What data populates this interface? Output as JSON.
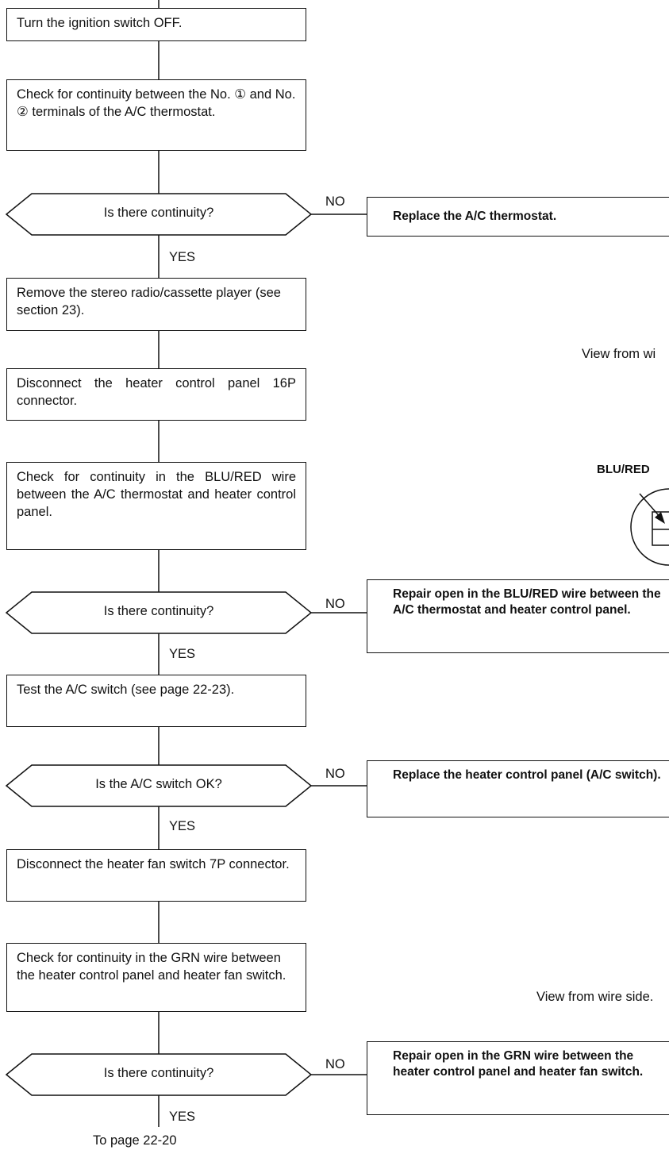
{
  "steps": {
    "s1": "Turn the ignition switch OFF.",
    "s2_a": "Check for continuity between the No. ",
    "s2_b": " and No. ",
    "s2_c": " terminals of the A/C thermostat.",
    "s2_num1": "①",
    "s2_num2": "②",
    "s3": "Remove the stereo radio/cassette player (see section 23).",
    "s4": "Disconnect the heater control panel 16P connector.",
    "s5": "Check for continuity in the BLU/RED wire between the A/C thermostat and heater control panel.",
    "s6": "Test the A/C switch (see page 22-23).",
    "s7": "Disconnect the heater fan switch 7P connector.",
    "s8": "Check for continuity in the GRN wire between the heater control panel and heater fan switch."
  },
  "decisions": {
    "d1": "Is there continuity?",
    "d2": "Is there continuity?",
    "d3": "Is the A/C switch OK?",
    "d4": "Is there continuity?"
  },
  "actions": {
    "a1": "Replace the A/C thermostat.",
    "a2": "Repair open in the BLU/RED wire between the A/C thermostat and heater control panel.",
    "a3": "Replace the heater control panel (A/C switch).",
    "a4": "Repair open in the GRN wire between the heater control panel and heater fan switch."
  },
  "labels": {
    "no": "NO",
    "yes": "YES",
    "to_page": "To page 22-20"
  },
  "figures": {
    "view_top": "View from wi",
    "wire_label": "BLU/RED",
    "view_bottom": "View from wire side."
  }
}
